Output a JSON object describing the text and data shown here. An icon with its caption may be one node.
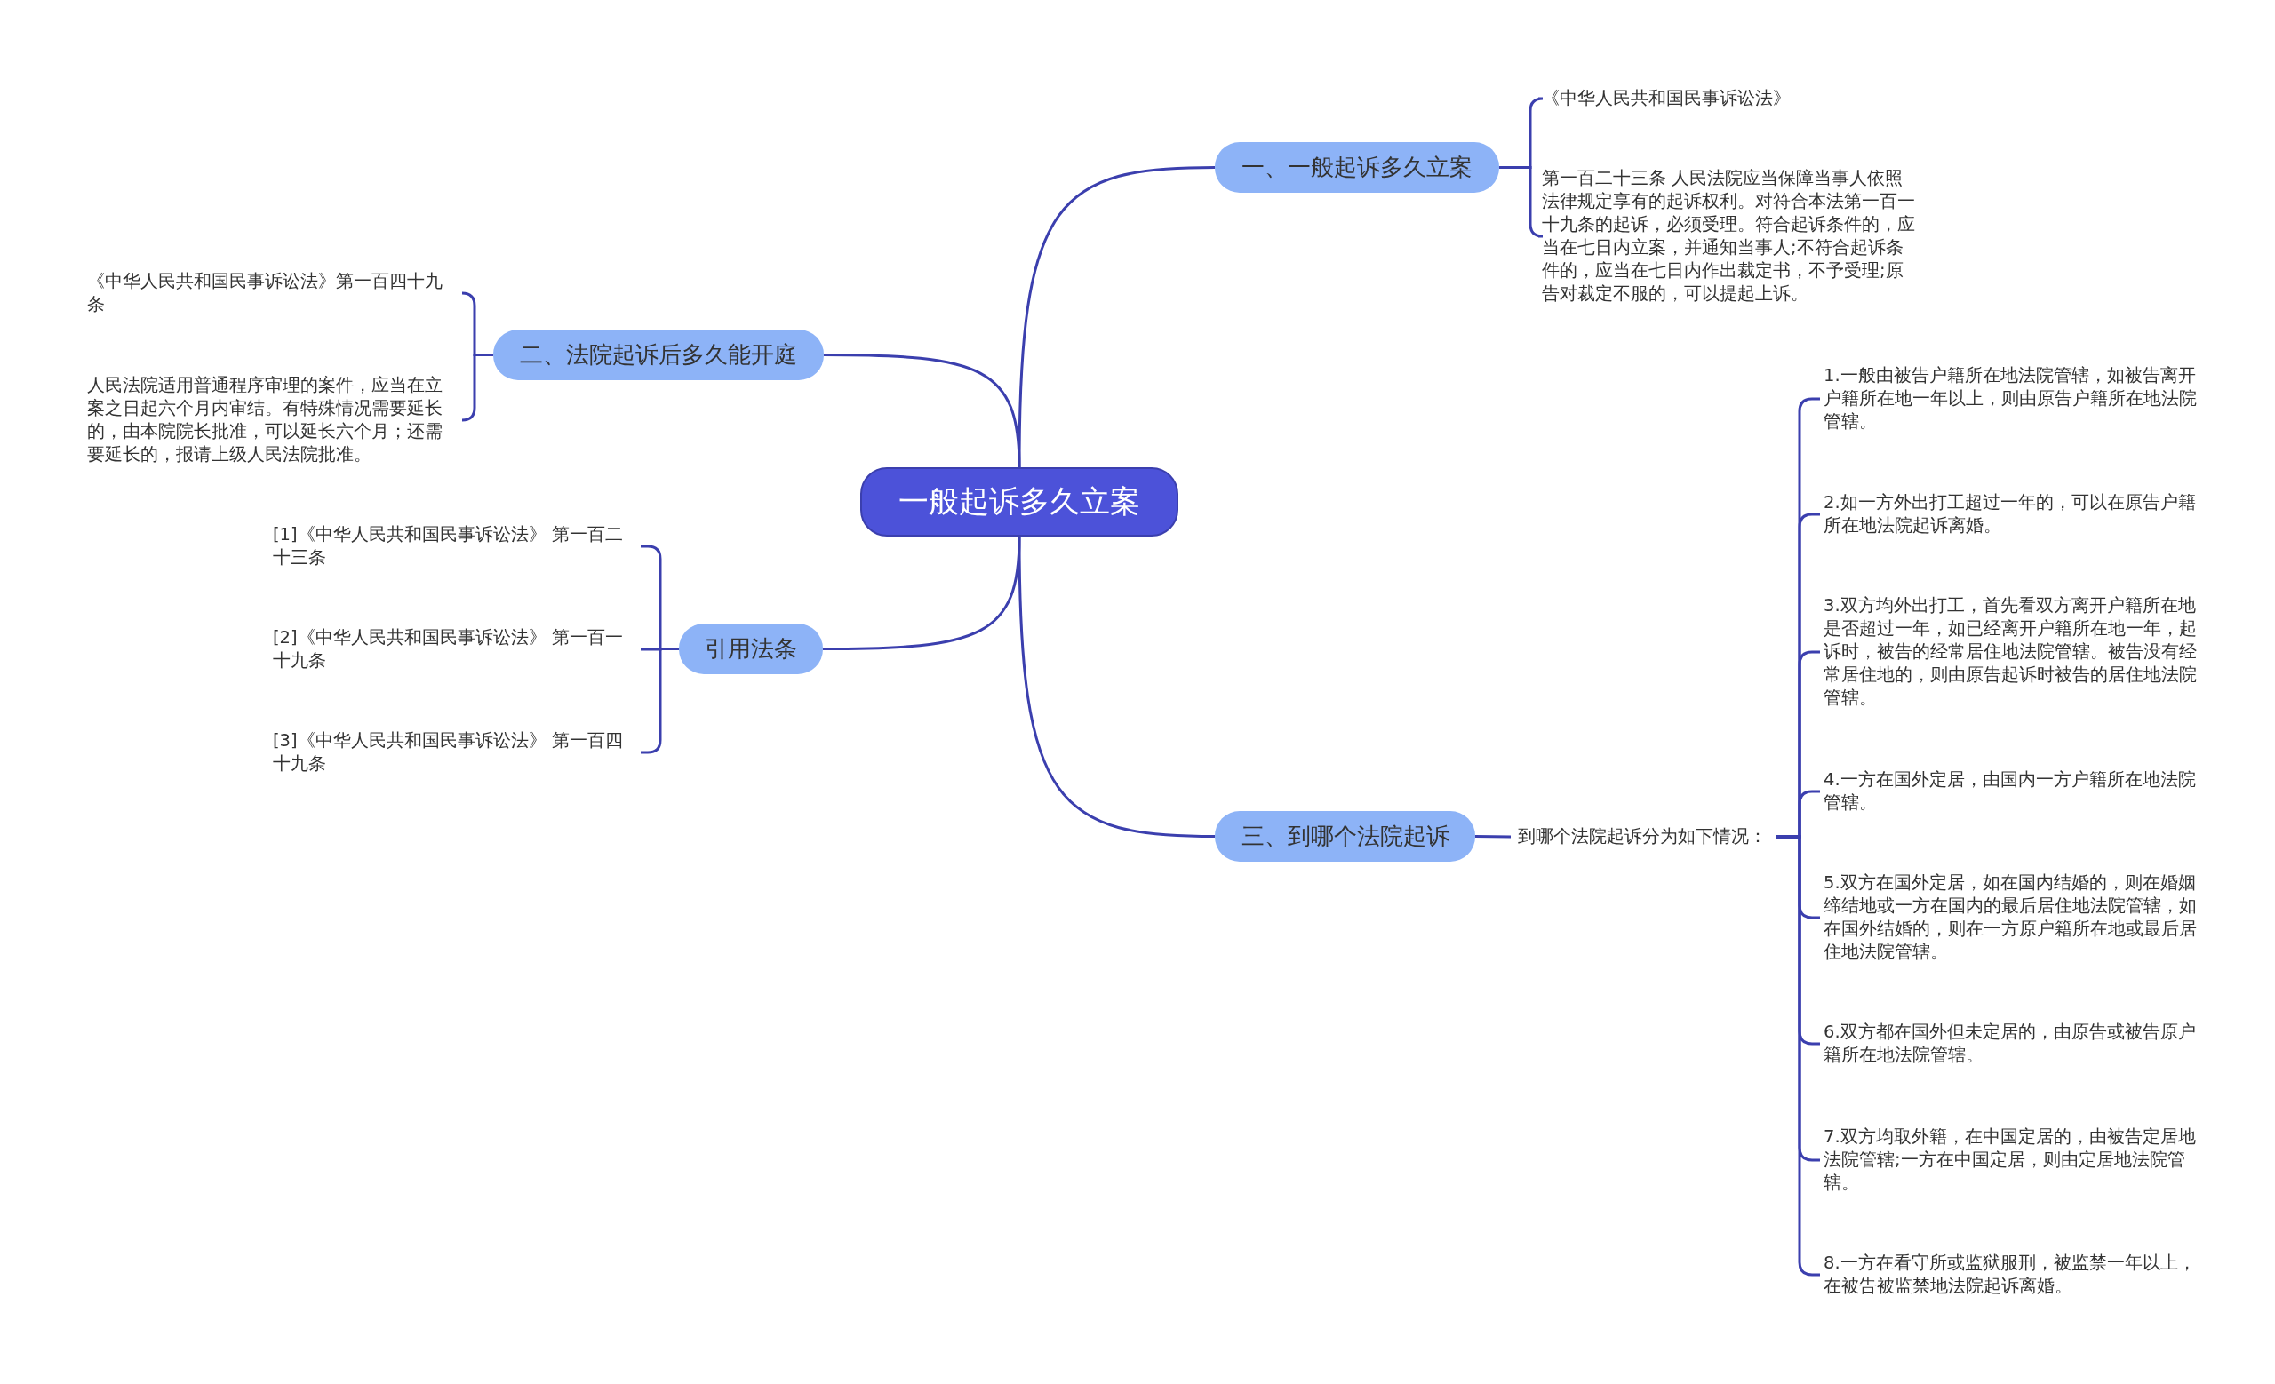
{
  "diagram": {
    "nodes": [
      {
        "text": [
          "一般起诉多久立案"
        ]
      },
      {
        "text": [
          "一、一般起诉多久立案"
        ]
      },
      {
        "text": [
          "《中华人民共和国民事诉讼法》"
        ]
      },
      {
        "text": [
          "第一百二十三条 人民法院应当保障当事人依照法律规定享有的起诉权利。对符合本法第一百一十九条的起诉，必须受理。符合起诉条件的，应当在七日内立案，并通知当事人;不符合起诉条件的，应当在七日内作出裁定书，不予受理;原告对裁定不服的，可以提起上诉。"
        ]
      },
      {
        "text": [
          "二、法院起诉后多久能开庭"
        ]
      },
      {
        "text": [
          "《中华人民共和国民事诉讼法》第一百四十九条"
        ]
      },
      {
        "text": [
          "人民法院适用普通程序审理的案件，应当在立案之日起六个月内审结。有特殊情况需要延长的，由本院院长批准，可以延长六个月；还需要延长的，报请上级人民法院批准。"
        ]
      },
      {
        "text": [
          "引用法条"
        ]
      },
      {
        "text": [
          "[1]《中华人民共和国民事诉讼法》 第一百二十三条"
        ]
      },
      {
        "text": [
          "[2]《中华人民共和国民事诉讼法》 第一百一十九条"
        ]
      },
      {
        "text": [
          "[3]《中华人民共和国民事诉讼法》 第一百四十九条"
        ]
      },
      {
        "text": [
          "三、到哪个法院起诉"
        ]
      },
      {
        "text": [
          "到哪个法院起诉分为如下情况："
        ]
      },
      {
        "text": [
          "1.一般由被告户籍所在地法院管辖，如被告离开户籍所在地一年以上，则由原告户籍所在地法院管辖。"
        ]
      },
      {
        "text": [
          "2.如一方外出打工超过一年的，可以在原告户籍所在地法院起诉离婚。"
        ]
      },
      {
        "text": [
          "3.双方均外出打工，首先看双方离开户籍所在地是否超过一年，如已经离开户籍所在地一年，起诉时，被告的经常居住地法院管辖。被告没有经常居住地的，则由原告起诉时被告的居住地法院管辖。"
        ]
      },
      {
        "text": [
          "4.一方在国外定居，由国内一方户籍所在地法院管辖。"
        ]
      },
      {
        "text": [
          "5.双方在国外定居，如在国内结婚的，则在婚姻缔结地或一方在国内的最后居住地法院管辖，如在国外结婚的，则在一方原户籍所在地或最后居住地法院管辖。"
        ]
      },
      {
        "text": [
          "6.双方都在国外但未定居的，由原告或被告原户籍所在地法院管辖。"
        ]
      },
      {
        "text": [
          "7.双方均取外籍，在中国定居的，由被告定居地法院管辖;一方在中国定居，则由定居地法院管辖。"
        ]
      },
      {
        "text": [
          "8.一方在看守所或监狱服刑，被监禁一年以上，在被告被监禁地法院起诉离婚。"
        ]
      }
    ],
    "edges": [
      {
        "from": 0,
        "to": 1,
        "arrow": "none"
      },
      {
        "from": 0,
        "to": 4,
        "arrow": "none"
      },
      {
        "from": 0,
        "to": 7,
        "arrow": "none"
      },
      {
        "from": 0,
        "to": 11,
        "arrow": "none"
      },
      {
        "from": 1,
        "to": 2,
        "arrow": "none"
      },
      {
        "from": 1,
        "to": 3,
        "arrow": "none"
      },
      {
        "from": 4,
        "to": 5,
        "arrow": "none"
      },
      {
        "from": 4,
        "to": 6,
        "arrow": "none"
      },
      {
        "from": 7,
        "to": 8,
        "arrow": "none"
      },
      {
        "from": 7,
        "to": 9,
        "arrow": "none"
      },
      {
        "from": 7,
        "to": 10,
        "arrow": "none"
      },
      {
        "from": 11,
        "to": 12,
        "arrow": "none"
      },
      {
        "from": 12,
        "to": 13,
        "arrow": "none"
      },
      {
        "from": 12,
        "to": 14,
        "arrow": "none"
      },
      {
        "from": 12,
        "to": 15,
        "arrow": "none"
      },
      {
        "from": 12,
        "to": 16,
        "arrow": "none"
      },
      {
        "from": 12,
        "to": 17,
        "arrow": "none"
      },
      {
        "from": 12,
        "to": 18,
        "arrow": "none"
      },
      {
        "from": 12,
        "to": 19,
        "arrow": "none"
      },
      {
        "from": 12,
        "to": 20,
        "arrow": "none"
      }
    ]
  }
}
